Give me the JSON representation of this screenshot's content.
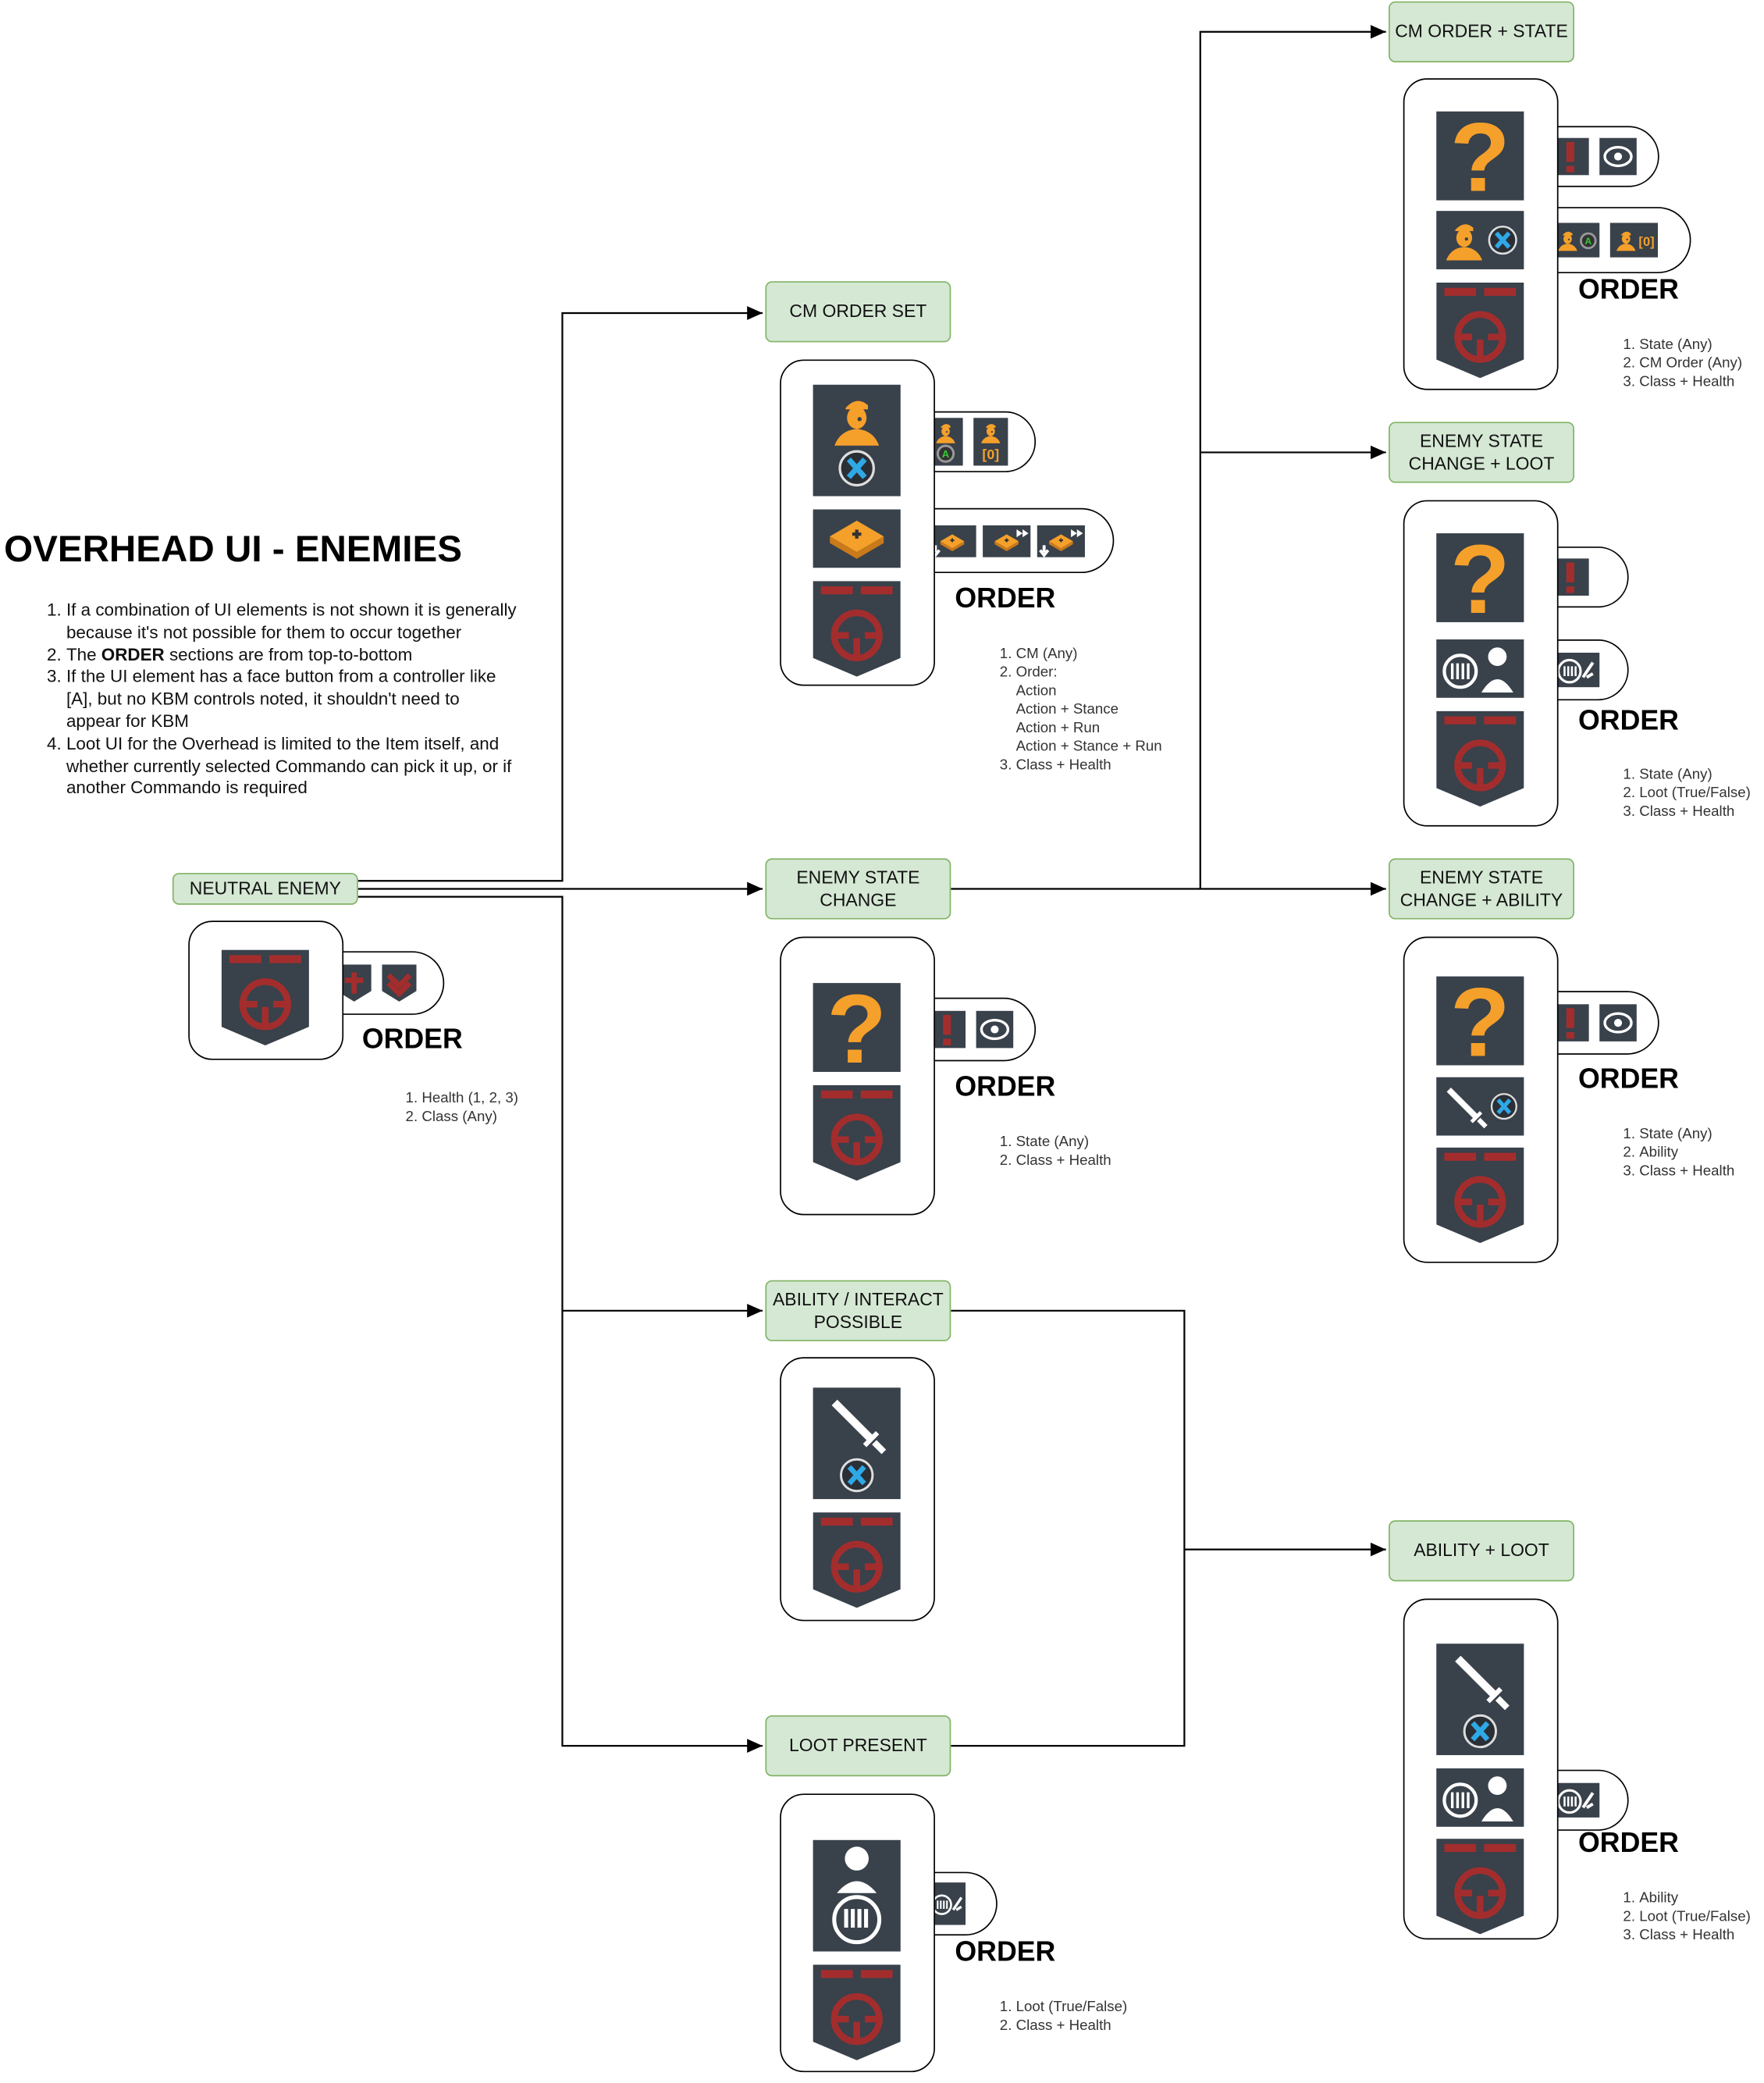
{
  "title": "OVERHEAD UI - ENEMIES",
  "notes": [
    "If a combination of UI elements is not shown it is generally because it's not possible for them to occur together",
    {
      "pre": "The ",
      "bold": "ORDER",
      "post": " sections are from top-to-bottom"
    },
    "If the UI element has a face button from a controller like [A], but no KBM controls noted, it shouldn't need to appear for KBM",
    "Loot UI for the Overhead is limited to the Item itself, and whether currently selected Commando can pick it up, or if another Commando is required"
  ],
  "order_label": "ORDER",
  "nodes": {
    "neutral": {
      "label": "NEUTRAL ENEMY",
      "order": [
        "Health (1, 2, 3)",
        "Class (Any)"
      ]
    },
    "cm_order_set": {
      "label": "CM ORDER SET",
      "order": [
        "CM (Any)",
        "Order:"
      ],
      "order_sub": [
        "Action",
        "Action + Stance",
        "Action + Run",
        "Action + Stance + Run"
      ],
      "order_last": "Class + Health"
    },
    "state_change": {
      "label": "ENEMY STATE CHANGE",
      "order": [
        "State (Any)",
        "Class + Health"
      ]
    },
    "ability": {
      "label": "ABILITY / INTERACT POSSIBLE"
    },
    "loot": {
      "label": "LOOT PRESENT",
      "order": [
        "Loot (True/False)",
        "Class + Health"
      ]
    },
    "cm_state": {
      "label": "CM ORDER + STATE",
      "order": [
        "State (Any)",
        "CM Order (Any)",
        "Class + Health"
      ]
    },
    "state_loot": {
      "label": "ENEMY STATE CHANGE + LOOT",
      "order": [
        "State (Any)",
        "Loot (True/False)",
        "Class + Health"
      ]
    },
    "state_ability": {
      "label": "ENEMY STATE CHANGE + ABILITY",
      "order": [
        "State (Any)",
        "Ability",
        "Class + Health"
      ]
    },
    "ability_loot": {
      "label": "ABILITY + LOOT",
      "order": [
        "Ability",
        "Loot (True/False)",
        "Class + Health"
      ]
    }
  },
  "colors": {
    "node_fill": "#d5e8d4",
    "node_border": "#82b366",
    "tile": "#39414b",
    "health_red": "#a32d2d",
    "accent_orange": "#f5a02a",
    "button_blue": "#2fa8e6"
  }
}
